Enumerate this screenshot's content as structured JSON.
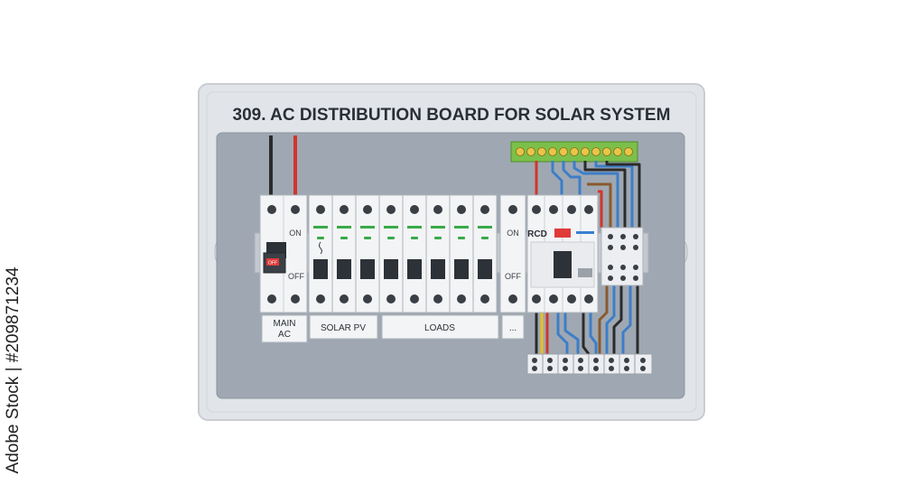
{
  "title": "309. AC DISTRIBUTION BOARD FOR SOLAR SYSTEM",
  "switch_labels": {
    "on": "ON",
    "off": "OFF"
  },
  "main_switch_tag": "OFF",
  "rcd_label": "RCD",
  "group_labels": {
    "main_ac_line1": "MAIN",
    "main_ac_line2": "AC",
    "solar_pv": "SOLAR PV",
    "loads": "LOADS",
    "more": "..."
  },
  "stock_id": "Adobe Stock | #209871234",
  "colors": {
    "enclosure": "#e1e4e8",
    "backplate": "#9fa8b2",
    "breaker": "#f3f4f6",
    "toggle": "#2d3238",
    "indicator_green": "#3aaa4a",
    "indicator_red": "#e03a3a",
    "indicator_blue": "#3a7fd0",
    "wire_red": "#d0362b",
    "wire_black": "#2b2b2b",
    "wire_blue": "#3d7ec8",
    "wire_brown": "#8a5a2e",
    "wire_yellow": "#e8c020",
    "busbar_green": "#7cc04b"
  }
}
